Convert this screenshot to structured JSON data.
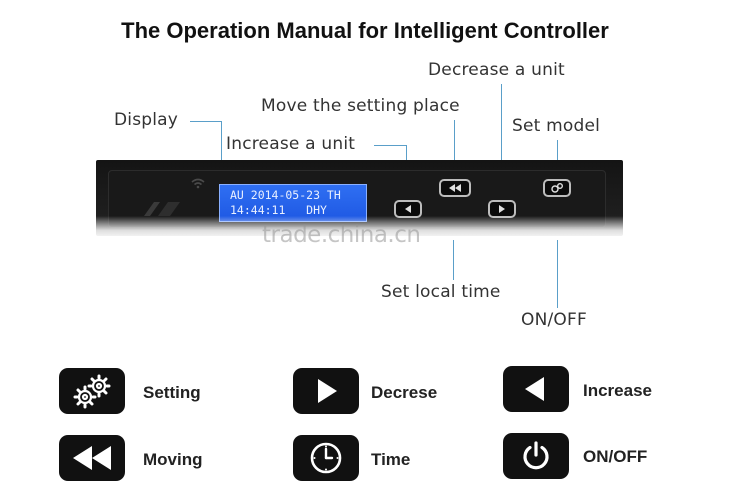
{
  "title": "The Operation Manual for Intelligent Controller",
  "callouts": {
    "display": "Display",
    "increase": "Increase a unit",
    "move": "Move the setting place",
    "decrease": "Decrease a unit",
    "set_model": "Set model",
    "set_local_time": "Set local time",
    "on_off": "ON/OFF"
  },
  "lcd": {
    "line1": "AU 2014-05-23 TH",
    "line2": "14:44:11   DHY"
  },
  "watermark": "trade.china.cn",
  "legend": [
    {
      "icon": "gears-icon",
      "label": "Setting"
    },
    {
      "icon": "play-right-icon",
      "label": "Decrese"
    },
    {
      "icon": "play-left-icon",
      "label": "Increase"
    },
    {
      "icon": "rewind-icon",
      "label": "Moving"
    },
    {
      "icon": "clock-icon",
      "label": "Time"
    },
    {
      "icon": "power-icon",
      "label": "ON/OFF"
    }
  ],
  "colors": {
    "leader_line": "#5a9fc9",
    "lcd_background": "#2563eb",
    "panel": "#161616"
  }
}
